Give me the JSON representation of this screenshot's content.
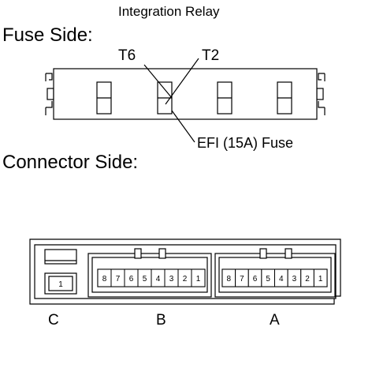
{
  "title": "Integration Relay",
  "fuse_side": {
    "heading": "Fuse Side:",
    "terminal_labels": [
      "T6",
      "T2"
    ],
    "fuse_label": "EFI (15A) Fuse"
  },
  "connector_side": {
    "heading": "Connector Side:",
    "connector_c": {
      "label": "C",
      "pins": [
        "1"
      ]
    },
    "connector_b": {
      "label": "B",
      "pins": [
        "8",
        "7",
        "6",
        "5",
        "4",
        "3",
        "2",
        "1"
      ]
    },
    "connector_a": {
      "label": "A",
      "pins": [
        "8",
        "7",
        "6",
        "5",
        "4",
        "3",
        "2",
        "1"
      ]
    }
  },
  "colors": {
    "line": "#000000",
    "fill": "#ffffff",
    "shade": "#d9d9d9"
  }
}
